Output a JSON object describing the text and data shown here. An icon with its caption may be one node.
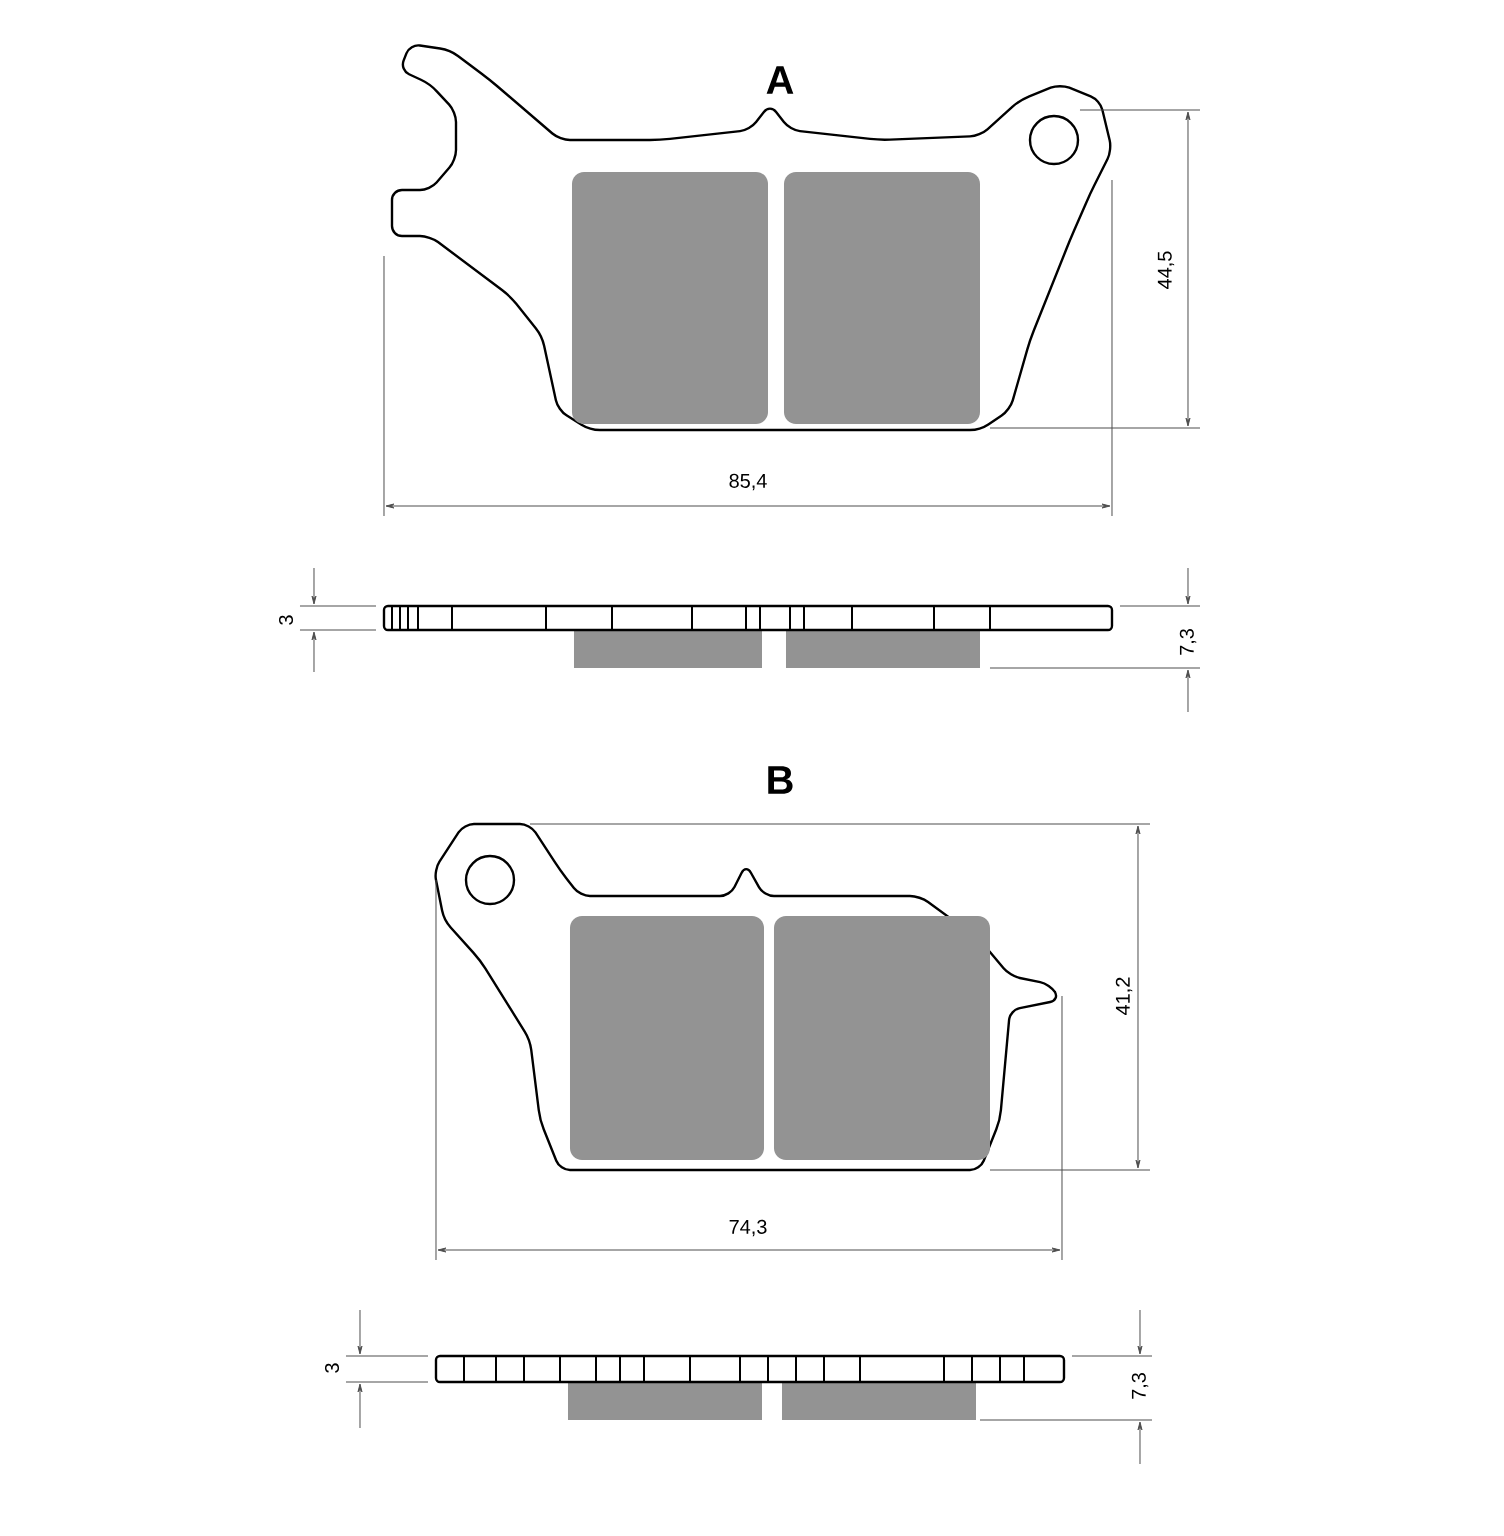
{
  "diagram": {
    "labels": [
      "A",
      "44,5",
      "85,4",
      "3",
      "7,3",
      "B",
      "41,2",
      "74,3",
      "3",
      "7,3"
    ]
  }
}
